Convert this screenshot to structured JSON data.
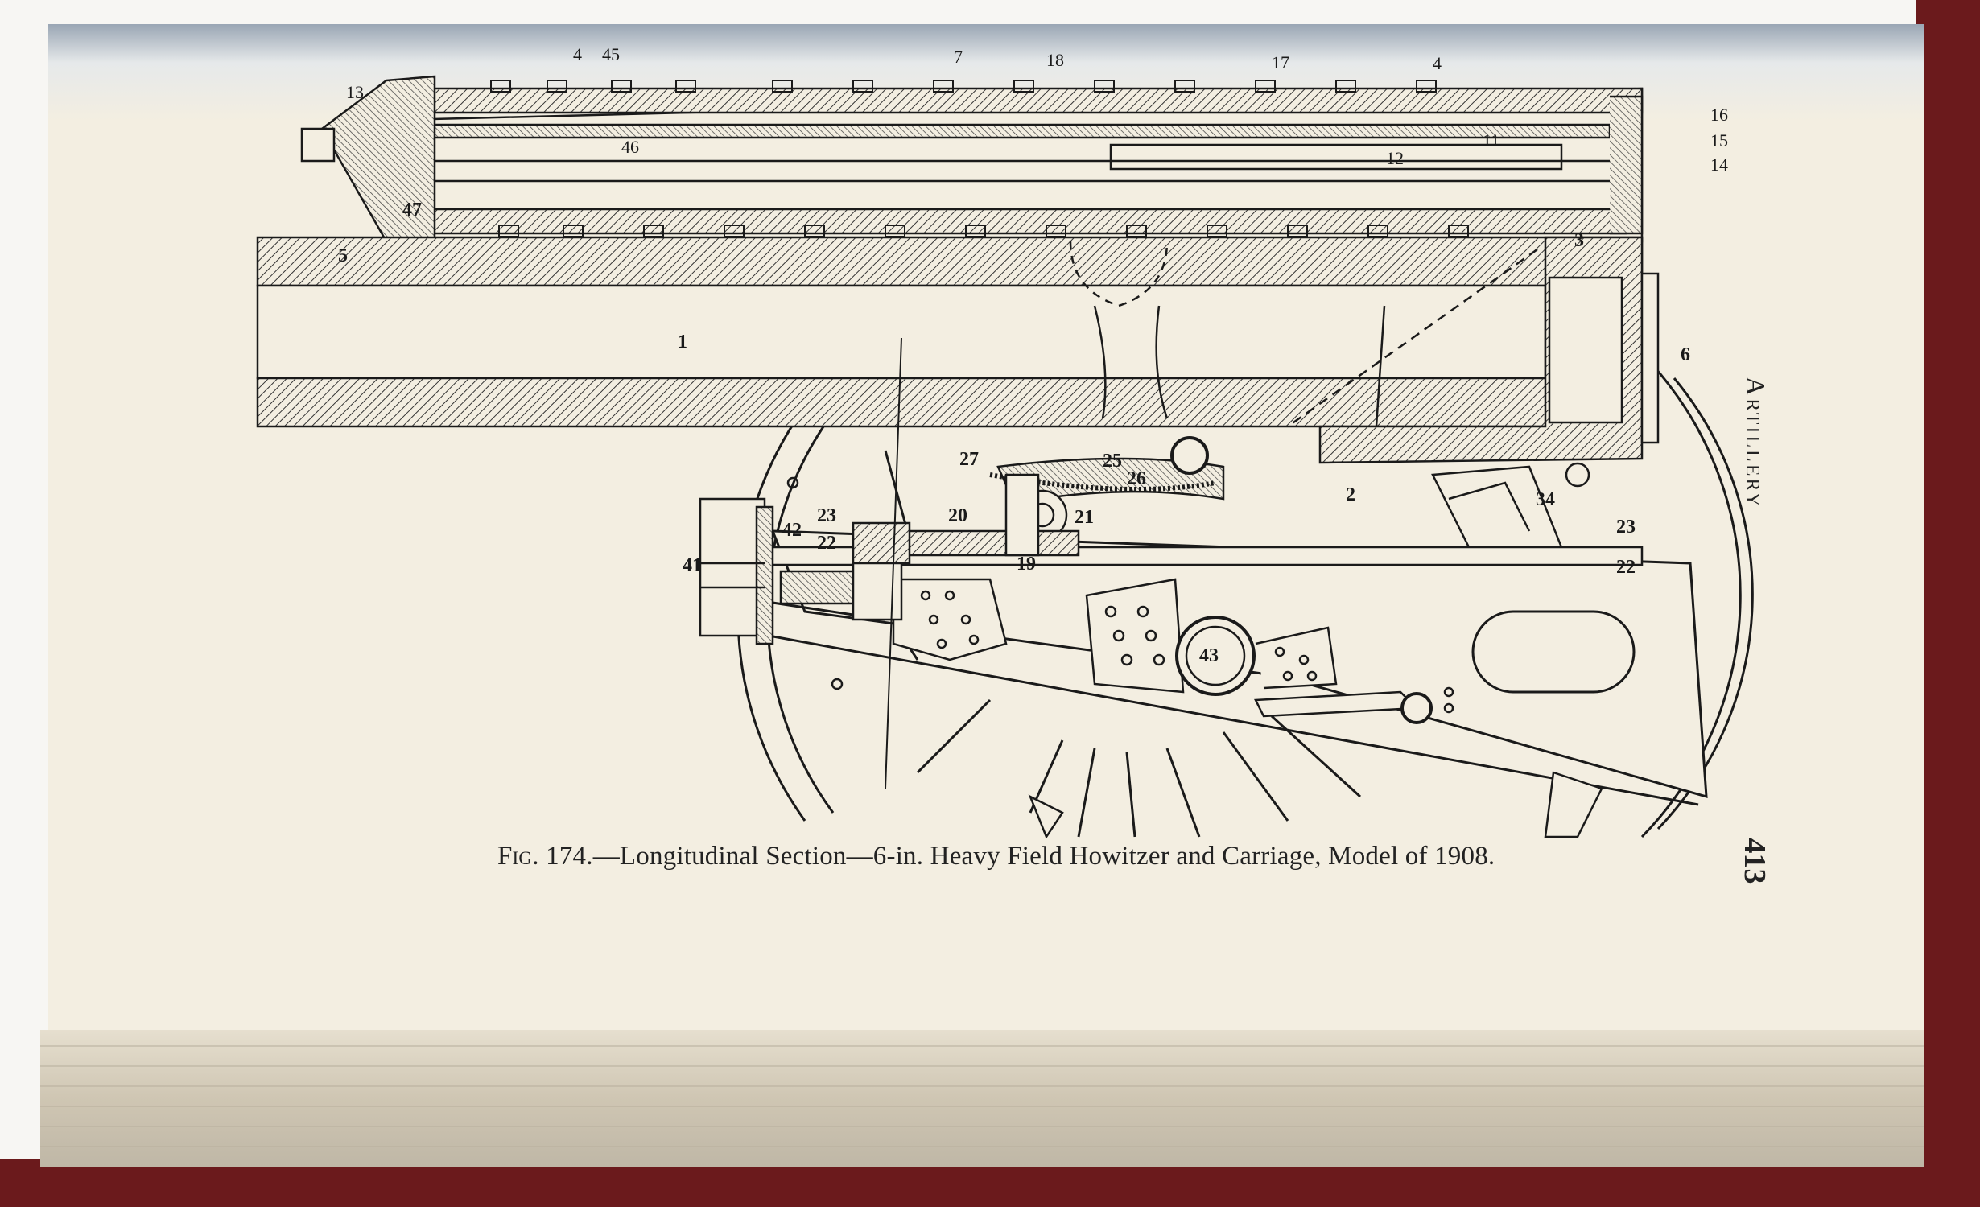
{
  "page": {
    "running_header": "Artillery",
    "page_number": "413"
  },
  "figure": {
    "caption_fig": "Fig. 174.",
    "caption_text": "—Longitudinal Section—6-in. Heavy Field Howitzer and Carriage, Model of 1908.",
    "callouts": {
      "c1": "1",
      "c2": "2",
      "c3": "3",
      "c4a": "4",
      "c4b": "4",
      "c5": "5",
      "c6": "6",
      "c7": "7",
      "c11": "11",
      "c12": "12",
      "c13": "13",
      "c14": "14",
      "c15": "15",
      "c16": "16",
      "c17": "17",
      "c18": "18",
      "c19": "19",
      "c20": "20",
      "c21": "21",
      "c22a": "22",
      "c22b": "22",
      "c23a": "23",
      "c23b": "23",
      "c25": "25",
      "c26": "26",
      "c27": "27",
      "c34": "34",
      "c41": "41",
      "c42": "42",
      "c43": "43",
      "c45": "45",
      "c46": "46",
      "c47": "47"
    }
  },
  "colors": {
    "paper": "#f3eee1",
    "ink": "#1a1a1a",
    "cover": "#6b1a1c",
    "page_edges": "#d8d0bf"
  }
}
